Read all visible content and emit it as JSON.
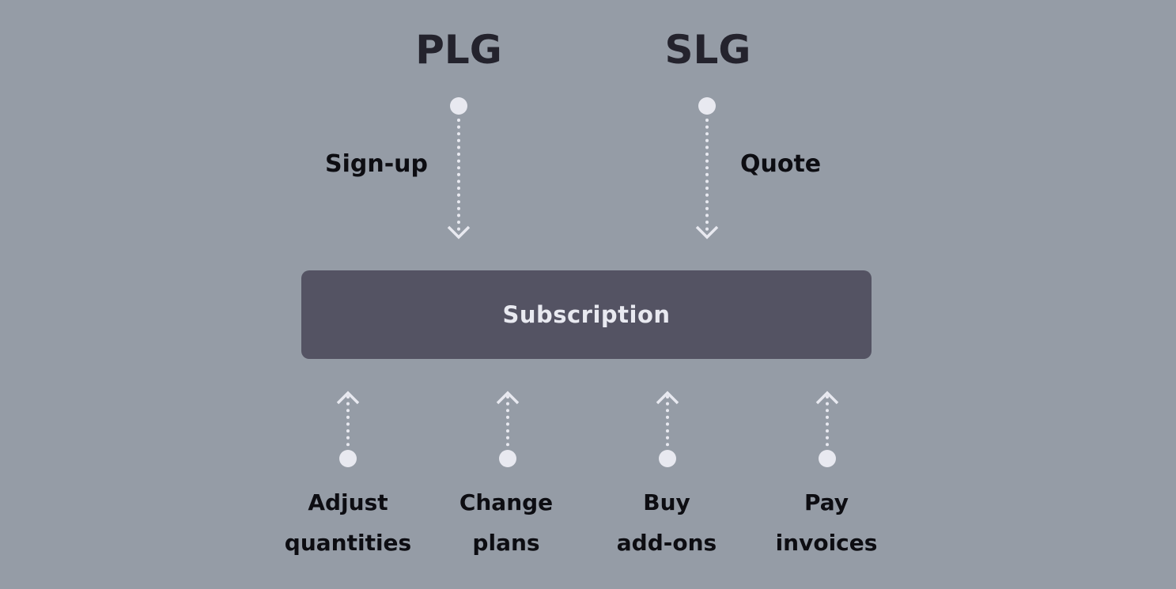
{
  "colors": {
    "background": "#959ca6",
    "box": "#545363",
    "box_text": "#e8e9f0",
    "title_text": "#24232d",
    "label_text": "#0d0d12",
    "connector": "#e8e9f0"
  },
  "top_sources": [
    {
      "title": "PLG",
      "action": "Sign-up"
    },
    {
      "title": "SLG",
      "action": "Quote"
    }
  ],
  "central_node": {
    "label": "Subscription"
  },
  "bottom_actions": [
    {
      "line1": "Adjust",
      "line2": "quantities"
    },
    {
      "line1": "Change",
      "line2": "plans"
    },
    {
      "line1": "Buy",
      "line2": "add-ons"
    },
    {
      "line1": "Pay",
      "line2": "invoices"
    }
  ]
}
